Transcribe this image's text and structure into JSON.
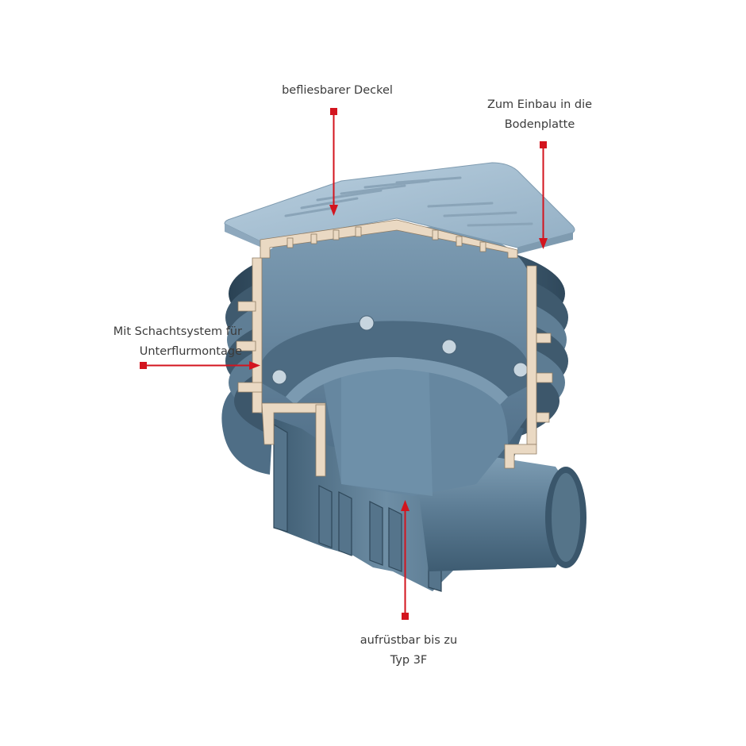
{
  "callouts": {
    "cover": {
      "line1": "befliesbarer Deckel"
    },
    "installation": {
      "line1": "Zum Einbau in die",
      "line2": "Bodenplatte"
    },
    "shaft_system": {
      "line1": "Mit Schachtsystem für",
      "line2": "Unterflurmontage"
    },
    "upgrade": {
      "line1": "aufrüstbar bis zu",
      "line2": "Typ 3F"
    }
  },
  "colors": {
    "callout_red": "#d3141e",
    "body_blue_gray": "#5f7f96",
    "cover_light": "#a7bfd1",
    "section_beige": "#ead9c3",
    "label_text": "#3b3b3b"
  }
}
